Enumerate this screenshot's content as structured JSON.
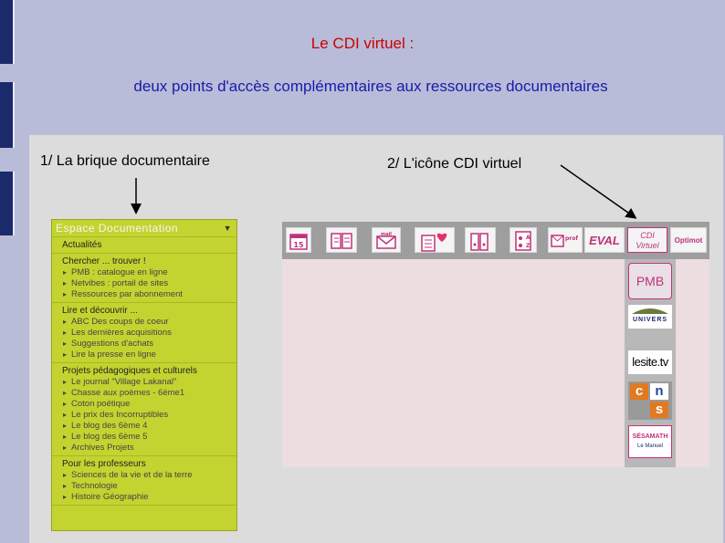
{
  "slide": {
    "title": "Le CDI virtuel :",
    "subtitle": "deux points d'accès complémentaires aux ressources documentaires",
    "point1": "1/  La brique documentaire",
    "point2": "2/ L'icône CDI virtuel"
  },
  "brique": {
    "header": "Espace Documentation",
    "sections": [
      {
        "title": "Actualités",
        "items": []
      },
      {
        "title": "Chercher ... trouver !",
        "items": [
          "PMB : catalogue en ligne",
          "Netvibes : portail de sites",
          "Ressources par abonnement"
        ]
      },
      {
        "title": "Lire et découvrir ...",
        "items": [
          "ABC Des coups de coeur",
          "Les dernières acquisitions",
          "Suggestions d'achats",
          "Lire la presse en ligne"
        ]
      },
      {
        "title": "Projets pédagogiques et culturels",
        "items": [
          "Le journal \"Village Lakanal\"",
          "Chasse aux poèmes - 6ème1",
          "Coton poétique",
          "Le prix des Incorruptibles",
          "Le blog des 6ème 4",
          "Le blog des 6ème 5",
          "Archives Projets"
        ]
      },
      {
        "title": "Pour les professeurs",
        "items": [
          "Sciences de la vie et de la terre",
          "Technologie",
          "Histoire Géographie"
        ]
      }
    ]
  },
  "toolbar": {
    "eval": "EVAL",
    "cdi_line1": "CDI",
    "cdi_line2": "Virtuel",
    "optimot": "Optimot",
    "mail": "mail",
    "prof": "prof",
    "az_a": "A",
    "az_z": "Z"
  },
  "resources": {
    "pmb": "PMB",
    "univers": "UNIVERS",
    "lesite": "lesite.tv",
    "cns1": "c",
    "cns2": "n",
    "cns3": "s",
    "sesamath": "SÉSAMATH",
    "manuel": "Le Manuel"
  },
  "colors": {
    "title": "#cc0000",
    "subtitle": "#1a1aaa",
    "brique_bg": "#c3d430",
    "accent": "#c0327a"
  }
}
